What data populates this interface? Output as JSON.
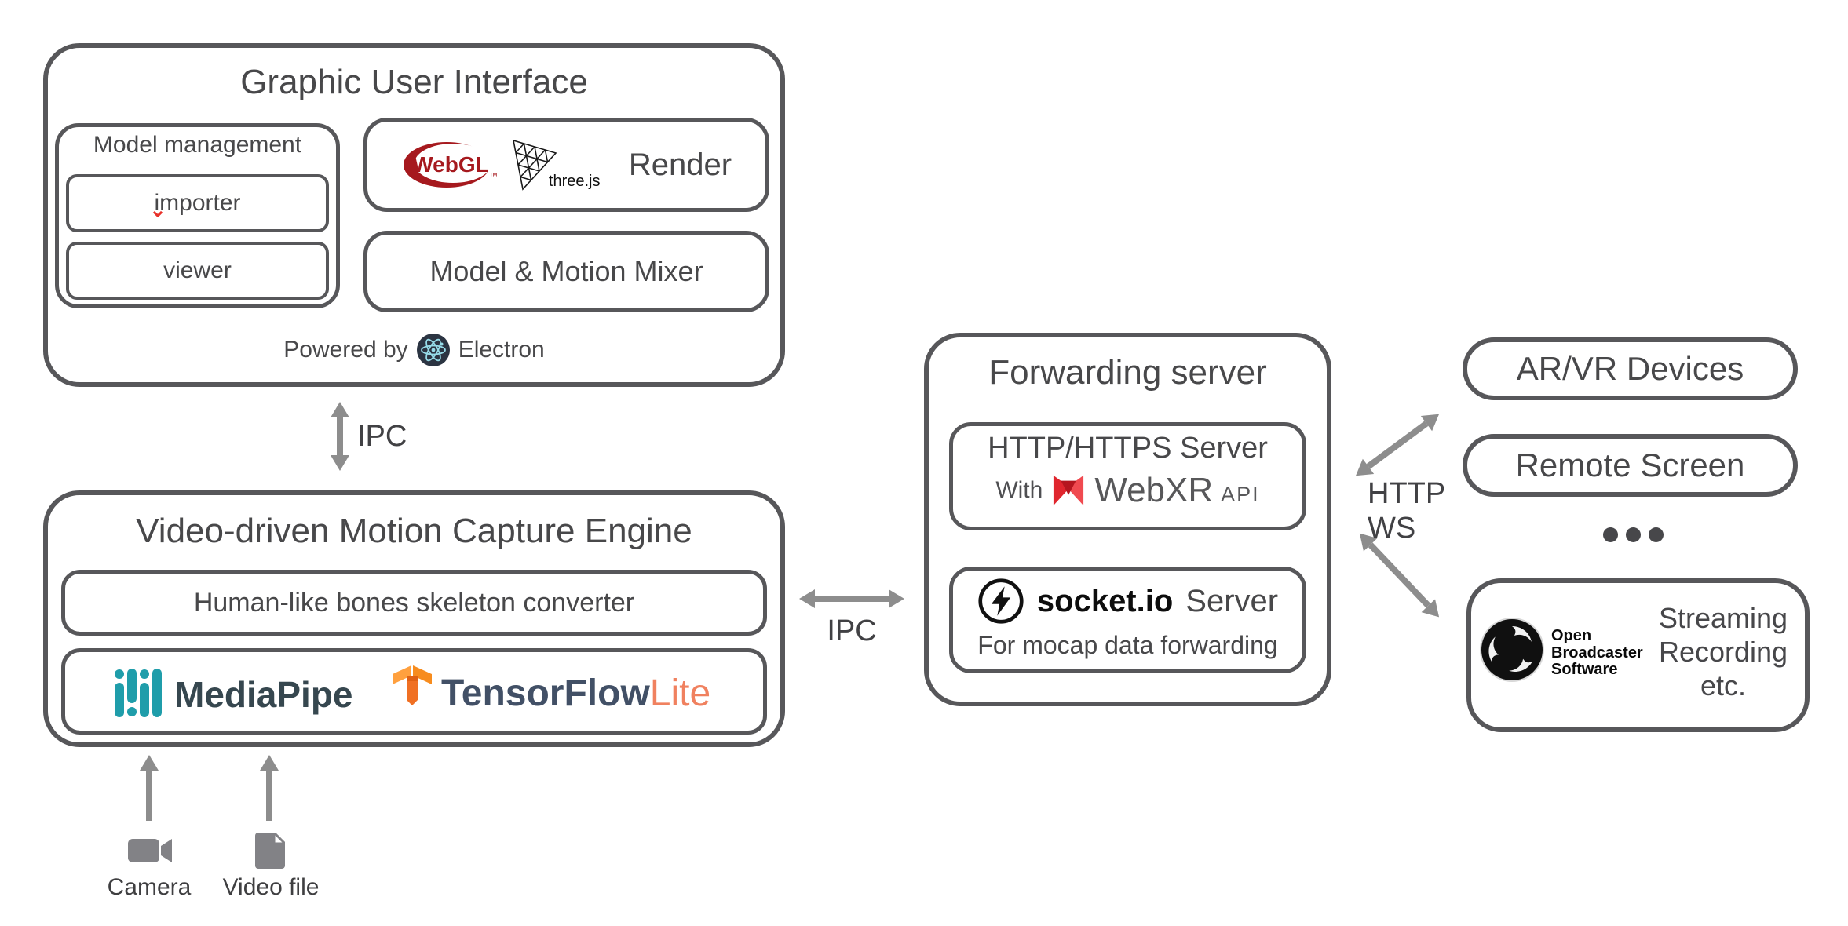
{
  "gui": {
    "title": "Graphic User Interface",
    "model_management": {
      "label": "Model management",
      "importer": "importer",
      "importer_mark": "⌄",
      "viewer": "viewer"
    },
    "render": {
      "webgl": "WebGL",
      "webgl_tm": "™",
      "threejs": "three.js",
      "label": "Render"
    },
    "mixer": "Model & Motion Mixer",
    "powered_by": "Powered by",
    "electron": "Electron"
  },
  "engine": {
    "title": "Video-driven Motion Capture Engine",
    "converter": "Human-like bones skeleton converter",
    "mediapipe": "MediaPipe",
    "tensorflow": "TensorFlow",
    "tensorflow_lite": "Lite"
  },
  "inputs": {
    "camera": "Camera",
    "video_file": "Video file"
  },
  "arrows": {
    "ipc_vertical": "IPC",
    "ipc_horizontal": "IPC",
    "http": "HTTP",
    "ws": "WS"
  },
  "forwarding": {
    "title": "Forwarding server",
    "http_box": {
      "title": "HTTP/HTTPS Server",
      "with": "With",
      "webxr": "WebXR",
      "api": "API"
    },
    "socket_box": {
      "name": "socket.io",
      "suffix": "Server",
      "caption": "For mocap data forwarding"
    }
  },
  "clients": {
    "arvr": "AR/VR Devices",
    "remote_screen": "Remote Screen",
    "obs": {
      "logo_line1": "Open",
      "logo_line2": "Broadcaster",
      "logo_line3": "Software",
      "cap_line1": "Streaming",
      "cap_line2": "Recording",
      "cap_line3": "etc."
    }
  },
  "colors": {
    "border": "#57575a",
    "text": "#48484a",
    "arrow": "#8d8d8d",
    "webgl_red": "#a6191e",
    "webxr_red": "#e0262e",
    "socket_black": "#111111",
    "mediapipe_teal": "#1f9daa",
    "mediapipe_text": "#36474f",
    "tensorflow_navy": "#425066",
    "tensorflow_lite_orange": "#f0815f",
    "electron_bg": "#2b3442",
    "electron_atom": "#96dbe8"
  }
}
